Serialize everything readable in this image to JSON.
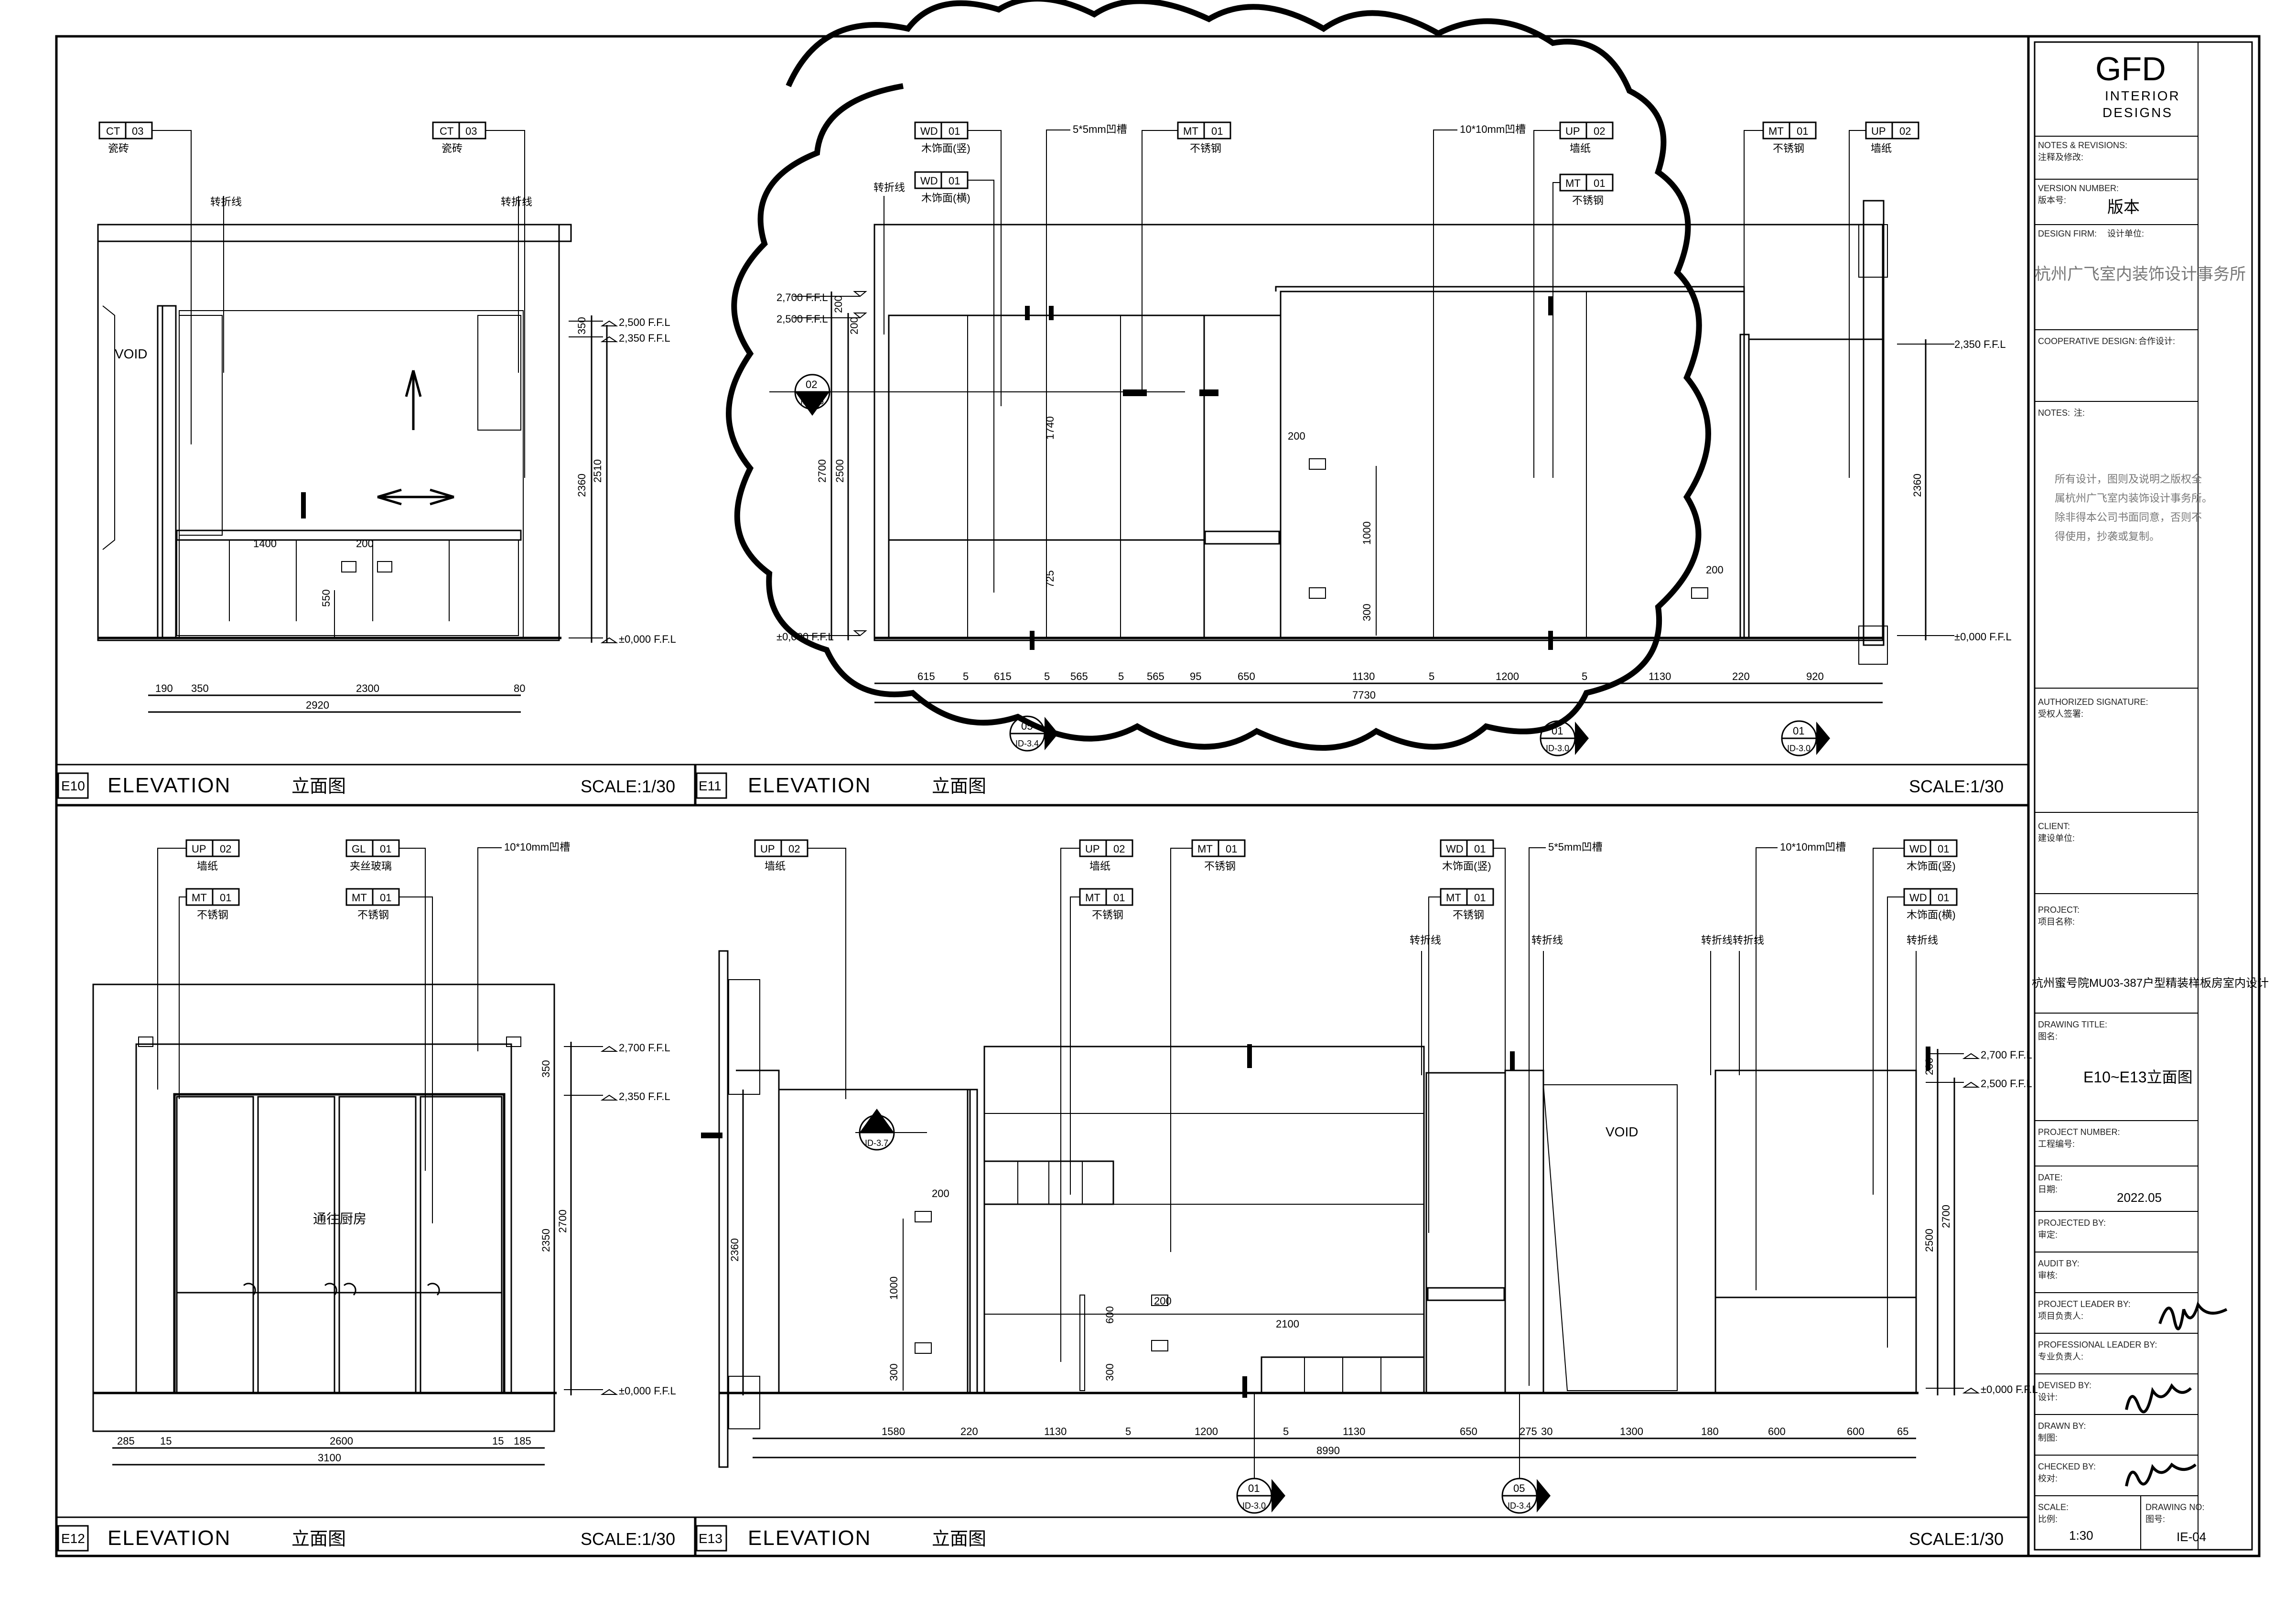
{
  "titleblock": {
    "logo_main": "GFD",
    "logo_sub1": "INTERIOR",
    "logo_sub2": "DESIGNS",
    "notes_revisions_label": "NOTES & REVISIONS:",
    "notes_revisions_cn": "注释及修改:",
    "version_label": "VERSION NUMBER:",
    "version_cn": "版本号:",
    "version_value": "版本",
    "design_firm_label": "DESIGN FIRM:",
    "design_firm_cn": "设计单位:",
    "design_firm_value": "杭州广飞室内装饰设计事务所",
    "cooperative_label": "COOPERATIVE DESIGN:",
    "cooperative_cn": "合作设计:",
    "notes_label": "NOTES:",
    "notes_cn": "注:",
    "notes_text": [
      "所有设计，图则及说明之版权全",
      "属杭州广飞室内装饰设计事务所。",
      "除非得本公司书面同意，否则不",
      "得使用，抄袭或复制。"
    ],
    "authorized_label": "AUTHORIZED SIGNATURE:",
    "authorized_cn": "受权人签署:",
    "client_label": "CLIENT:",
    "client_cn": "建设单位:",
    "project_label": "PROJECT:",
    "project_cn": "项目名称:",
    "project_value": "杭州蜜号院MU03-387户型精装样板房室内设计",
    "drawing_title_label": "DRAWING TITLE:",
    "drawing_title_cn": "图名:",
    "drawing_title_value": "E10~E13立面图",
    "project_number_label": "PROJECT NUMBER:",
    "project_number_cn": "工程编号:",
    "date_label": "DATE:",
    "date_cn": "日期:",
    "date_value": "2022.05",
    "projected_label": "PROJECTED BY:",
    "projected_cn": "审定:",
    "audit_label": "AUDIT BY:",
    "audit_cn": "审核:",
    "leader_label": "PROJECT LEADER BY:",
    "leader_cn": "项目负责人:",
    "prof_label": "PROFESSIONAL LEADER BY:",
    "prof_cn": "专业负责人:",
    "devised_label": "DEVISED BY:",
    "devised_cn": "设计:",
    "drawn_label": "DRAWN BY:",
    "drawn_cn": "制图:",
    "checked_label": "CHECKED BY:",
    "checked_cn": "校对:",
    "scale_label": "SCALE:",
    "scale_cn": "比例:",
    "scale_value": "1:30",
    "drawing_no_label": "DRAWING NO:",
    "drawing_no_cn": "图号:",
    "drawing_no_value": "IE-04"
  },
  "views": [
    {
      "code": "E10",
      "title": "ELEVATION",
      "title_cn": "立面图",
      "scale": "SCALE:1/30"
    },
    {
      "code": "E11",
      "title": "ELEVATION",
      "title_cn": "立面图",
      "scale": "SCALE:1/30"
    },
    {
      "code": "E12",
      "title": "ELEVATION",
      "title_cn": "立面图",
      "scale": "SCALE:1/30"
    },
    {
      "code": "E13",
      "title": "ELEVATION",
      "title_cn": "立面图",
      "scale": "SCALE:1/30"
    }
  ],
  "e10": {
    "tags": [
      {
        "code": "CT",
        "num": "03",
        "desc": "瓷砖"
      },
      {
        "code": "CT",
        "num": "03",
        "desc": "瓷砖"
      }
    ],
    "notes": {
      "fold1": "转折线",
      "fold2": "转折线",
      "void": "VOID",
      "d200": "200"
    },
    "levels": [
      "2,500 F.F.L",
      "2,350 F.F.L",
      "±0,000 F.F.L"
    ],
    "vdims": [
      "350",
      "2360",
      "2510",
      "550"
    ],
    "hdims": [
      "190",
      "350",
      "2300",
      "80"
    ],
    "total": "2920",
    "inner": "1400"
  },
  "e11": {
    "tags": [
      {
        "code": "WD",
        "num": "01",
        "desc": "木饰面(竖)"
      },
      {
        "code": "WD",
        "num": "01",
        "desc": "木饰面(横)"
      },
      {
        "code": "MT",
        "num": "01",
        "desc": "不锈钢"
      },
      {
        "code": "UP",
        "num": "02",
        "desc": "墙纸"
      },
      {
        "code": "MT",
        "num": "01",
        "desc": "不锈钢"
      },
      {
        "code": "MT",
        "num": "01",
        "desc": "不锈钢"
      },
      {
        "code": "UP",
        "num": "02",
        "desc": "墙纸"
      }
    ],
    "notes": {
      "groove1": "5*5mm凹槽",
      "groove2": "10*10mm凹槽",
      "fold": "转折线",
      "d200a": "200",
      "d200b": "200",
      "d1000": "1000",
      "d300": "300",
      "d725": "725"
    },
    "levels": [
      "2,700 F.F.L",
      "2,500 F.F.L",
      "2,350 F.F.L",
      "±0,000 F.F.L",
      "±0,000 F.F.L"
    ],
    "vdims": [
      "200",
      "200",
      "2700",
      "2500",
      "1740",
      "2360"
    ],
    "hdims": [
      "615",
      "5",
      "615",
      "5",
      "565",
      "5",
      "565",
      "95",
      "650",
      "1130",
      "5",
      "1200",
      "5",
      "1130",
      "220",
      "920"
    ],
    "total": "7730",
    "section": {
      "num": "02",
      "ref": "ID-3.5"
    },
    "refs": [
      {
        "num": "05",
        "ref": "ID-3.4"
      },
      {
        "num": "01",
        "ref": "ID-3.0"
      },
      {
        "num": "01",
        "ref": "ID-3.0"
      }
    ]
  },
  "e12": {
    "tags": [
      {
        "code": "UP",
        "num": "02",
        "desc": "墙纸"
      },
      {
        "code": "MT",
        "num": "01",
        "desc": "不锈钢"
      },
      {
        "code": "GL",
        "num": "01",
        "desc": "夹丝玻璃"
      },
      {
        "code": "MT",
        "num": "01",
        "desc": "不锈钢"
      }
    ],
    "notes": {
      "groove": "10*10mm凹槽",
      "passage": "通往厨房"
    },
    "levels": [
      "2,700 F.F.L",
      "2,350 F.F.L",
      "±0,000 F.F.L"
    ],
    "vdims": [
      "350",
      "2350",
      "2700"
    ],
    "hdims": [
      "285",
      "15",
      "2600",
      "15",
      "185"
    ],
    "total": "3100"
  },
  "e13": {
    "tags": [
      {
        "code": "UP",
        "num": "02",
        "desc": "墙纸"
      },
      {
        "code": "UP",
        "num": "02",
        "desc": "墙纸"
      },
      {
        "code": "MT",
        "num": "01",
        "desc": "不锈钢"
      },
      {
        "code": "MT",
        "num": "01",
        "desc": "不锈钢"
      },
      {
        "code": "WD",
        "num": "01",
        "desc": "木饰面(竖)"
      },
      {
        "code": "MT",
        "num": "01",
        "desc": "不锈钢"
      },
      {
        "code": "WD",
        "num": "01",
        "desc": "木饰面(竖)"
      },
      {
        "code": "WD",
        "num": "01",
        "desc": "木饰面(横)"
      }
    ],
    "notes": {
      "groove1": "5*5mm凹槽",
      "groove2": "10*10mm凹槽",
      "fold1": "转折线",
      "fold2": "转折线",
      "fold3": "转折线转折线",
      "fold4": "转折线",
      "void": "VOID",
      "d200a": "200",
      "d200b": "200",
      "d1000": "1000",
      "d300a": "300",
      "d300b": "300",
      "d600": "600",
      "d2100": "2100"
    },
    "levels": [
      "2,700 F.F.L",
      "2,500 F.F.L",
      "±0,000 F.F.L"
    ],
    "vdims": [
      "2360",
      "200",
      "2500",
      "2700"
    ],
    "hdims": [
      "1580",
      "220",
      "1130",
      "5",
      "1200",
      "5",
      "1130",
      "650",
      "275",
      "30",
      "1300",
      "180",
      "600",
      "600",
      "65"
    ],
    "total": "8990",
    "section": {
      "num": "05",
      "ref": "ID-3.7"
    },
    "refs": [
      {
        "num": "01",
        "ref": "ID-3.0"
      },
      {
        "num": "05",
        "ref": "ID-3.4"
      }
    ]
  }
}
